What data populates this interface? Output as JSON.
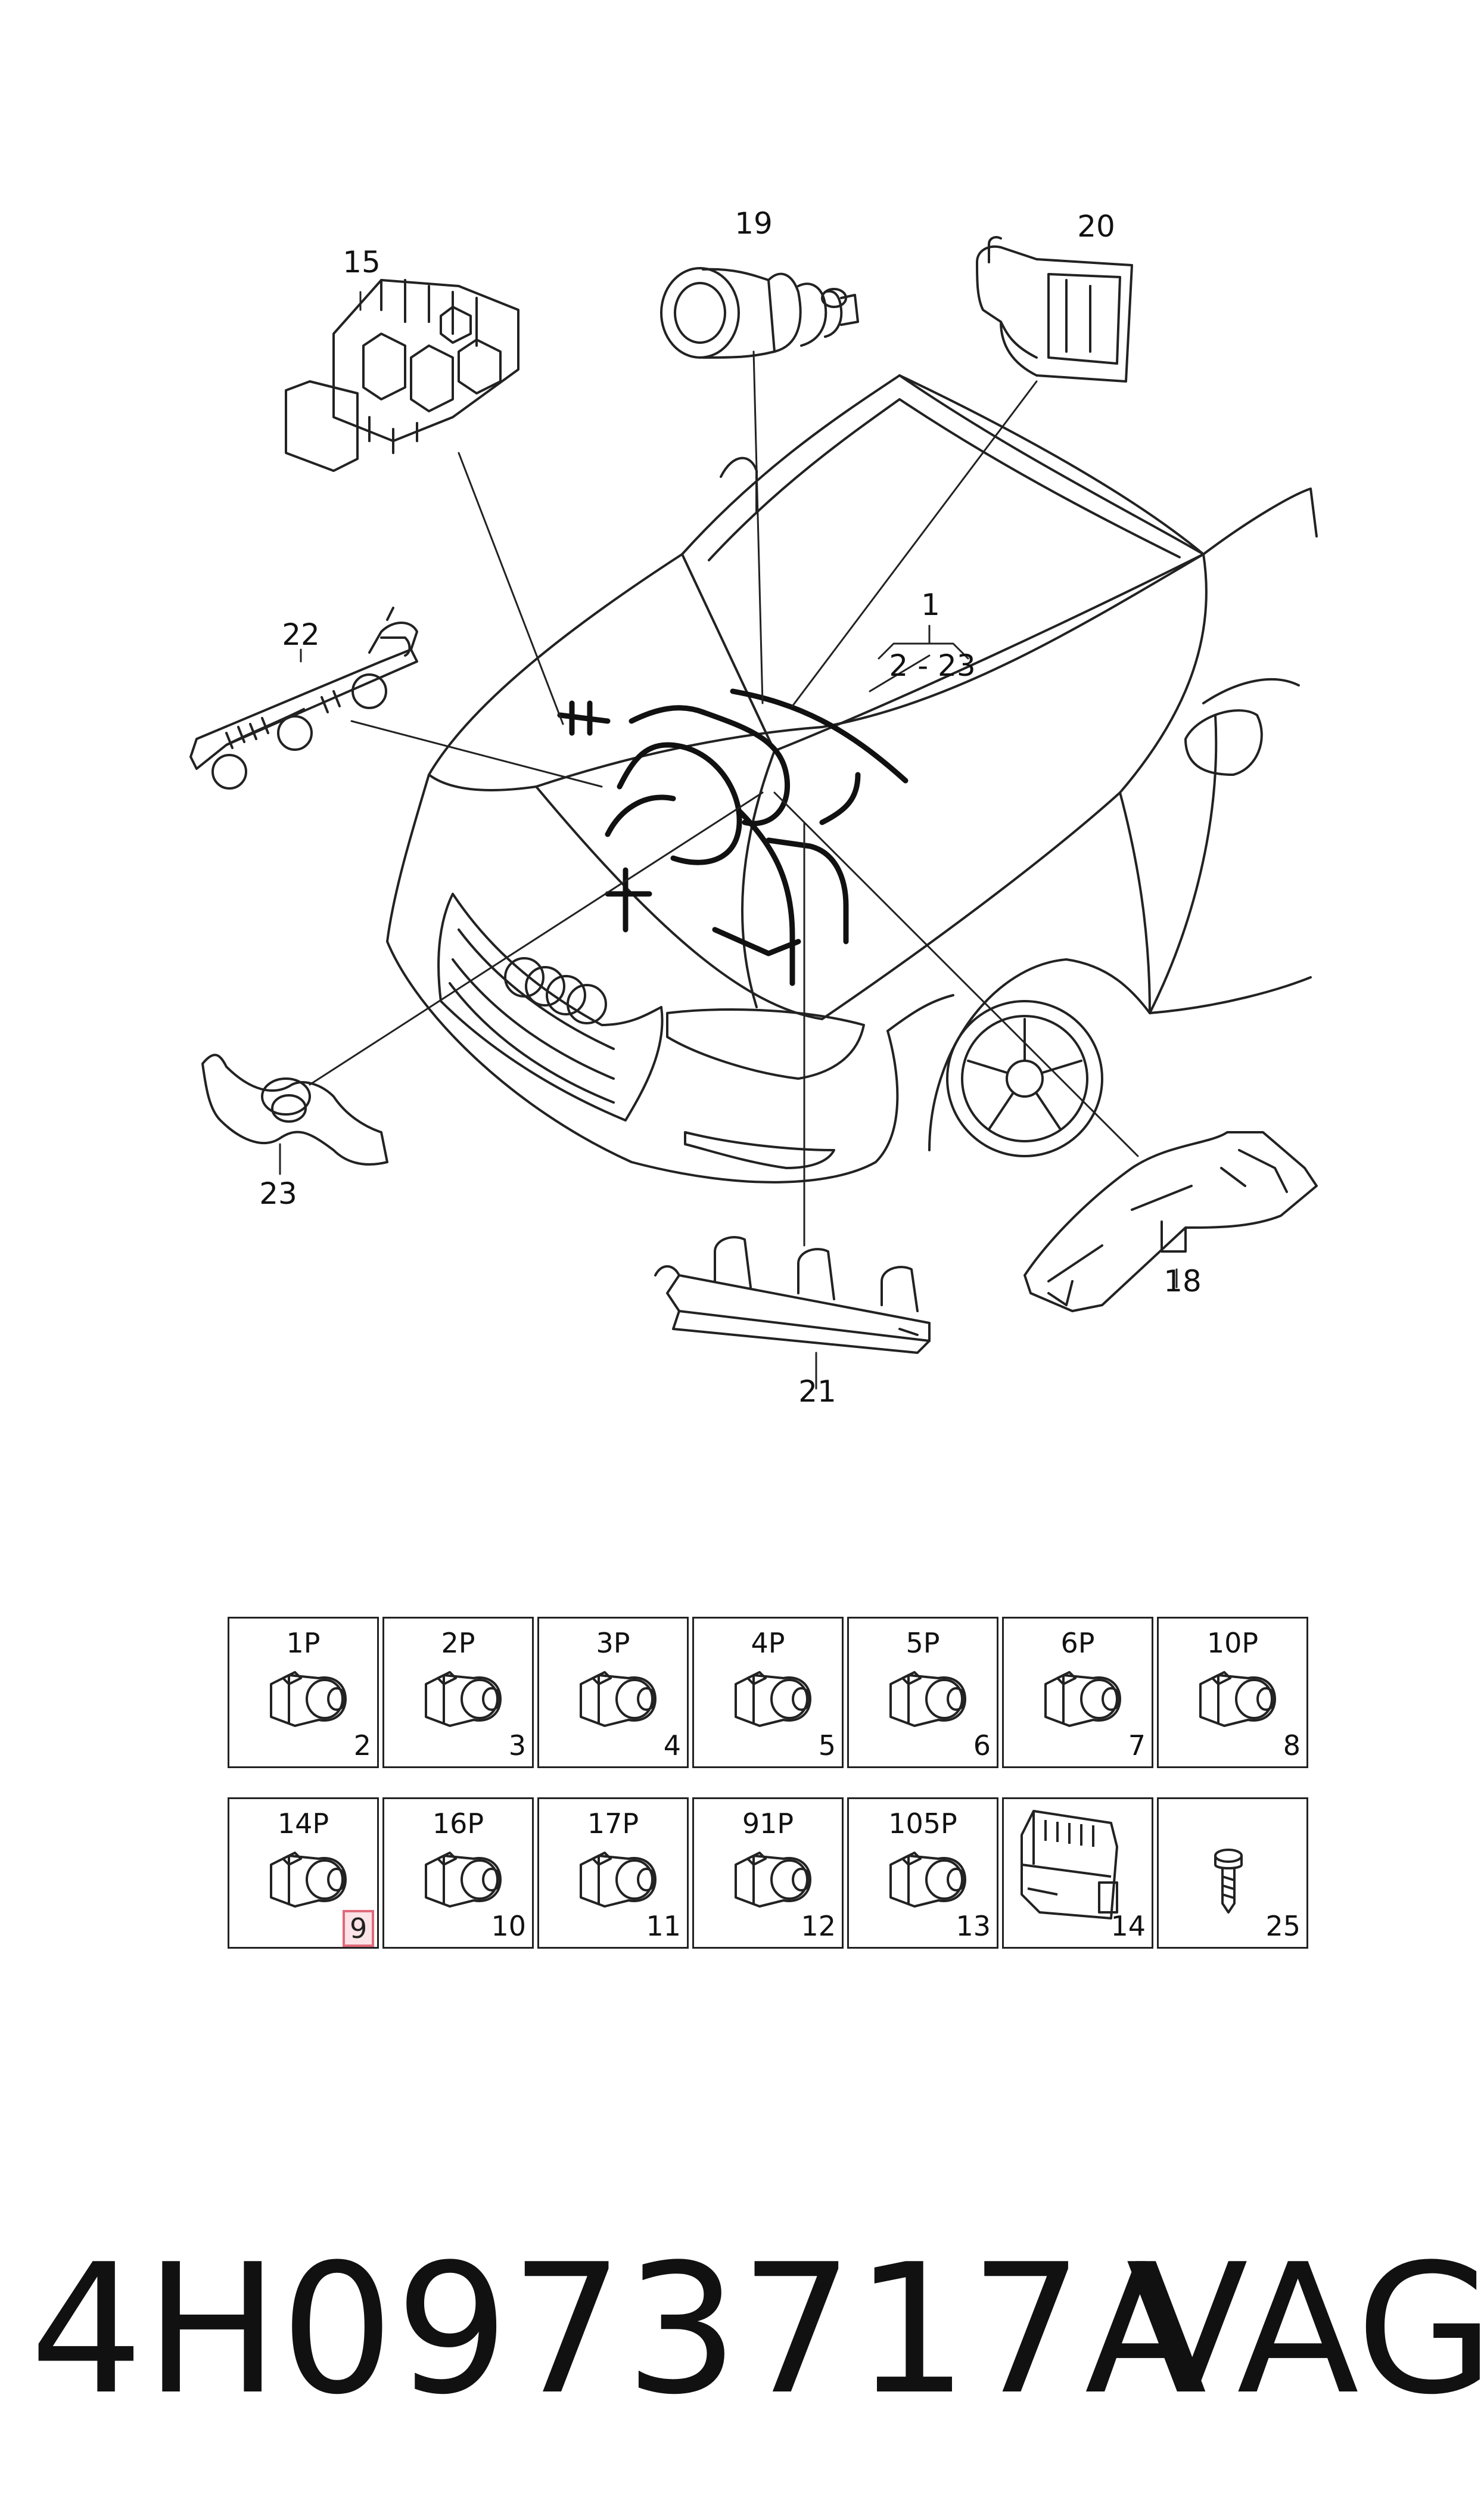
{
  "callouts": {
    "c1": "1",
    "c1_range": "2 - 23",
    "c15": "15",
    "c18": "18",
    "c19": "19",
    "c20": "20",
    "c21": "21",
    "c22": "22",
    "c23": "23"
  },
  "connector_grid": [
    {
      "label": "1P",
      "number": "2"
    },
    {
      "label": "2P",
      "number": "3"
    },
    {
      "label": "3P",
      "number": "4"
    },
    {
      "label": "4P",
      "number": "5"
    },
    {
      "label": "5P",
      "number": "6"
    },
    {
      "label": "6P",
      "number": "7"
    },
    {
      "label": "10P",
      "number": "8"
    },
    {
      "label": "14P",
      "number": "9"
    },
    {
      "label": "16P",
      "number": "10"
    },
    {
      "label": "17P",
      "number": "11"
    },
    {
      "label": "91P",
      "number": "12"
    },
    {
      "label": "105P",
      "number": "13"
    },
    {
      "label": "",
      "number": "14"
    },
    {
      "label": "",
      "number": "25"
    }
  ],
  "highlight_color": "#e06a7a",
  "footer": {
    "part_number": "4H0973717A",
    "brand": "VAG"
  }
}
